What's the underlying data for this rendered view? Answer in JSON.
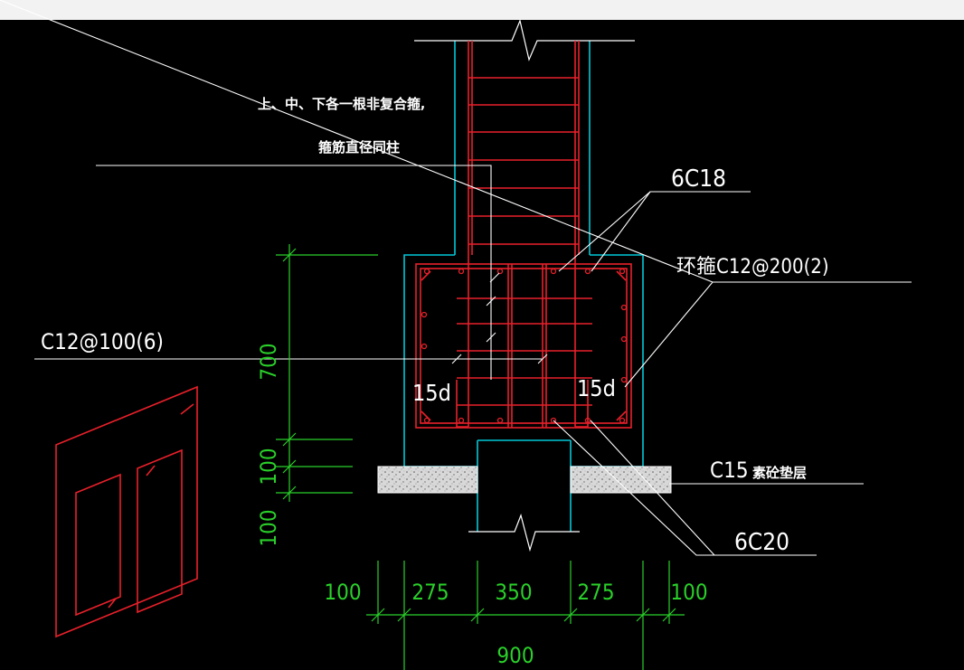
{
  "colors": {
    "background": "#000000",
    "top_strip": "#f2f2f2",
    "concrete_outline": "#00c8d8",
    "rebar": "#e8202a",
    "leader": "#ffffff",
    "dimension": "#2ad02a",
    "cushion_fill": "#d8d8d8"
  },
  "annotations": {
    "stirrup_note_line1": "上、中、下各一根非复合箍,",
    "stirrup_note_line2": "箍筋直径同柱",
    "bar_6c18": "6C18",
    "ring_stirrup": "环箍C12@200(2)",
    "stirrup_c12_100": "C12@100(6)",
    "anchor_left": "15d",
    "anchor_right": "15d",
    "cushion_grade": "C15",
    "cushion_name": "素砼垫层",
    "bar_6c20": "6C20"
  },
  "dimensions": {
    "vertical": [
      "700",
      "100",
      "100"
    ],
    "horizontal": [
      "100",
      "275",
      "350",
      "275",
      "100"
    ],
    "total_width": "900"
  }
}
